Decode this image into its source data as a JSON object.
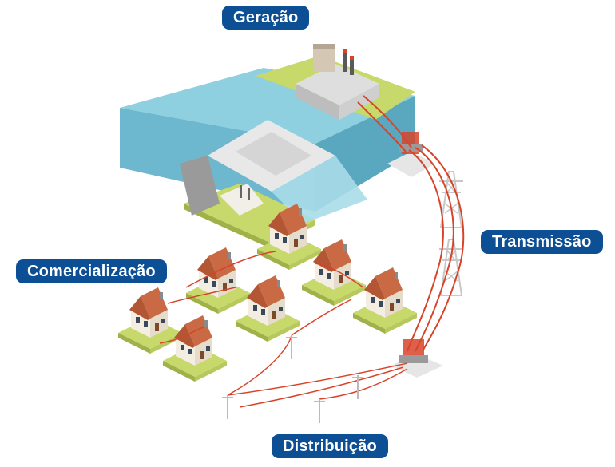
{
  "labels": {
    "geracao": "Geração",
    "transmissao": "Transmissão",
    "comercializacao": "Comercialização",
    "distribuicao": "Distribuição"
  },
  "colors": {
    "label_bg": "#0d4f95",
    "label_text": "#ffffff",
    "water": "#8fd0e0",
    "grass": "#c6d96a",
    "roof": "#c96a45",
    "power_line": "#d8442a",
    "house_wall": "#f4eee2"
  },
  "icons": [
    "hydro-dam-icon",
    "power-plant-icon",
    "substation-icon",
    "transmission-tower-icon",
    "house-icon",
    "utility-pole-icon"
  ]
}
